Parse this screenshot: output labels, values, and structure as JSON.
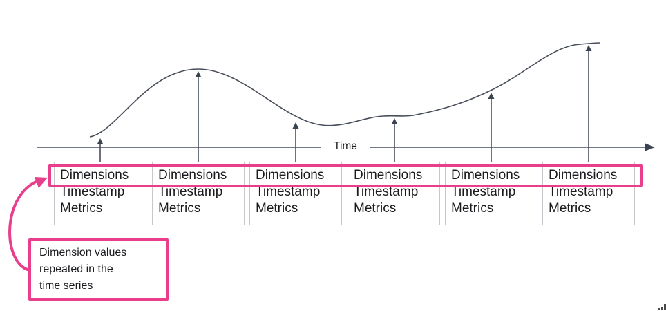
{
  "axis": {
    "label": "Time"
  },
  "records": [
    {
      "fields": [
        "Dimensions",
        "Timestamp",
        "Metrics"
      ]
    },
    {
      "fields": [
        "Dimensions",
        "Timestamp",
        "Metrics"
      ]
    },
    {
      "fields": [
        "Dimensions",
        "Timestamp",
        "Metrics"
      ]
    },
    {
      "fields": [
        "Dimensions",
        "Timestamp",
        "Metrics"
      ]
    },
    {
      "fields": [
        "Dimensions",
        "Timestamp",
        "Metrics"
      ]
    },
    {
      "fields": [
        "Dimensions",
        "Timestamp",
        "Metrics"
      ]
    }
  ],
  "annotation": {
    "text": "Dimension values repeated in the time series",
    "lines": [
      "Dimension values",
      "repeated in the",
      "time series"
    ]
  },
  "colors": {
    "highlight_pink": "#E83E8C",
    "line_dark": "#474E5A",
    "arrowhead_dark": "#3C4350",
    "box_border": "#C5C8CD",
    "text_color": "#1B1B1F"
  }
}
